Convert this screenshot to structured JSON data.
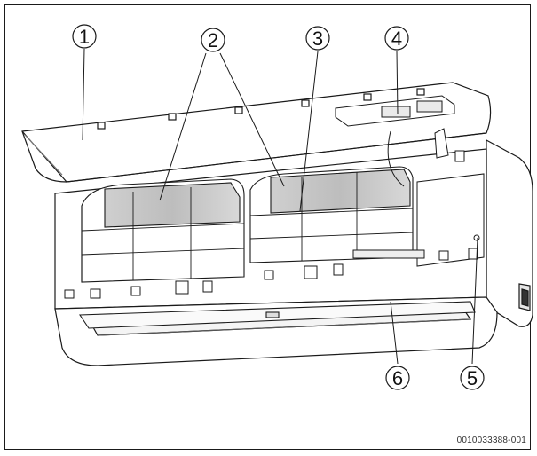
{
  "figure": {
    "callouts": [
      {
        "id": "1",
        "label": "1"
      },
      {
        "id": "2",
        "label": "2"
      },
      {
        "id": "3",
        "label": "3"
      },
      {
        "id": "4",
        "label": "4"
      },
      {
        "id": "5",
        "label": "5"
      },
      {
        "id": "6",
        "label": "6"
      }
    ],
    "document_number": "0010033388-001"
  }
}
